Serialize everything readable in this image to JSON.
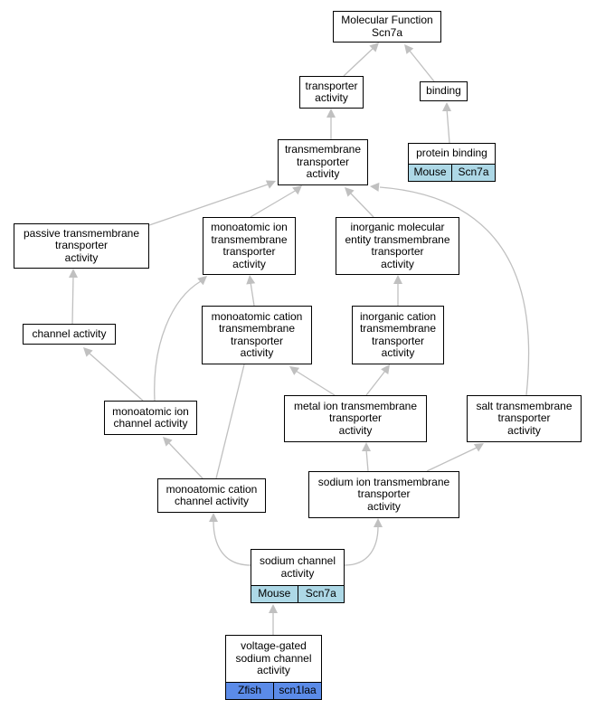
{
  "nodes": {
    "molecular_function": {
      "lines": [
        "Molecular Function",
        "Scn7a"
      ]
    },
    "transporter_activity": {
      "lines": [
        "transporter",
        "activity"
      ]
    },
    "binding": {
      "lines": [
        "binding"
      ]
    },
    "protein_binding": {
      "lines": [
        "protein binding"
      ],
      "tags": [
        "Mouse",
        "Scn7a"
      ]
    },
    "transmembrane_transporter": {
      "lines": [
        "transmembrane",
        "transporter",
        "activity"
      ]
    },
    "passive_transmembrane": {
      "lines": [
        "passive transmembrane",
        "transporter",
        "activity"
      ]
    },
    "monoatomic_ion_transmembrane": {
      "lines": [
        "monoatomic ion",
        "transmembrane",
        "transporter",
        "activity"
      ]
    },
    "inorganic_molecular_entity": {
      "lines": [
        "inorganic molecular",
        "entity transmembrane",
        "transporter",
        "activity"
      ]
    },
    "channel_activity": {
      "lines": [
        "channel activity"
      ]
    },
    "monoatomic_cation_transmembrane": {
      "lines": [
        "monoatomic cation",
        "transmembrane",
        "transporter",
        "activity"
      ]
    },
    "inorganic_cation_transmembrane": {
      "lines": [
        "inorganic cation",
        "transmembrane",
        "transporter",
        "activity"
      ]
    },
    "monoatomic_ion_channel": {
      "lines": [
        "monoatomic ion",
        "channel activity"
      ]
    },
    "metal_ion_transmembrane": {
      "lines": [
        "metal ion transmembrane",
        "transporter",
        "activity"
      ]
    },
    "salt_transmembrane": {
      "lines": [
        "salt transmembrane",
        "transporter",
        "activity"
      ]
    },
    "monoatomic_cation_channel": {
      "lines": [
        "monoatomic cation",
        "channel activity"
      ]
    },
    "sodium_ion_transmembrane": {
      "lines": [
        "sodium ion transmembrane",
        "transporter",
        "activity"
      ]
    },
    "sodium_channel": {
      "lines": [
        "sodium channel",
        "activity"
      ],
      "tags": [
        "Mouse",
        "Scn7a"
      ]
    },
    "voltage_gated_sodium_channel": {
      "lines": [
        "voltage-gated",
        "sodium channel",
        "activity"
      ],
      "tags": [
        "Zfish",
        "scn1laa"
      ]
    }
  },
  "colors": {
    "mouse_tag": "#add8e6",
    "zfish_tag": "#5b8be8",
    "edge": "#c0c0c0"
  }
}
